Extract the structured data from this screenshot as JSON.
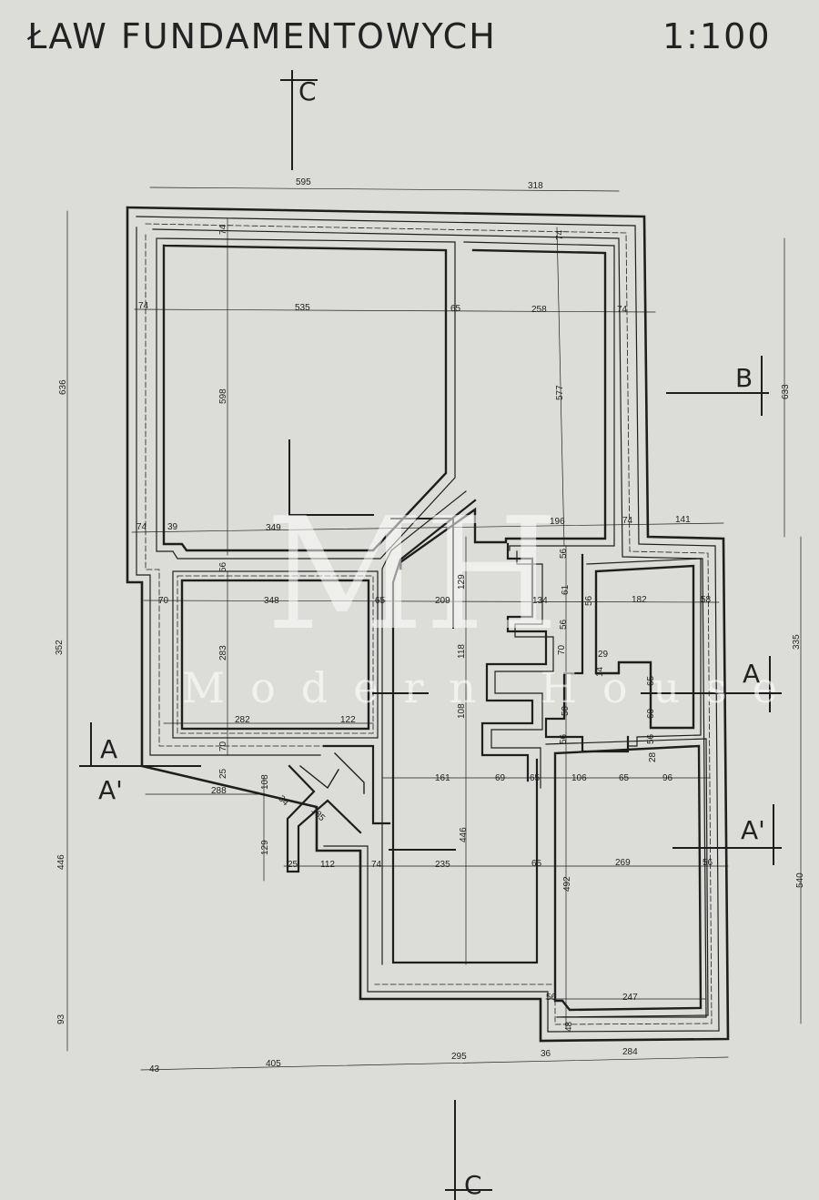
{
  "title": {
    "part1": "ŁAW FUNDAMENTOWYCH",
    "scale": "1:100"
  },
  "watermark": {
    "logo": "MH",
    "name": "Modern House"
  },
  "section_labels": {
    "A": "A",
    "A_prime": "A'",
    "B": "B",
    "C": "C"
  },
  "dimensions": {
    "top_595": "595",
    "top_318": "318",
    "r1_74": "74",
    "r1_74b": "74",
    "r2_74": "74",
    "r2_535": "535",
    "r2_65": "65",
    "r2_258": "258",
    "r2_74b": "74",
    "v_636": "636",
    "v_598": "598",
    "v_577": "577",
    "v_633": "633",
    "r3_74": "74",
    "r3_39": "39",
    "r3_349": "349",
    "r3_196": "196",
    "r3_74b": "74",
    "r3_141": "141",
    "s_56a": "56",
    "s_56b": "56",
    "v_129": "129",
    "v_61": "61",
    "v_56c": "56",
    "r4_70": "70",
    "r4_348": "348",
    "r4_65": "65",
    "r4_209": "209",
    "r4_134": "134",
    "r4_182": "182",
    "r4_58": "58",
    "v_352": "352",
    "v_283": "283",
    "v_118": "118",
    "v_70b": "70",
    "v_56d": "56",
    "v_29": "29",
    "v_14": "14",
    "v_65c": "65",
    "v_335": "335",
    "v_108": "108",
    "v_50": "50",
    "v_60": "60",
    "r5_282": "282",
    "r5_122": "122",
    "v_56e": "56",
    "v_56f": "56",
    "v_28": "28",
    "v_70c": "70",
    "v_25": "25",
    "r6_288": "288",
    "v_108b": "108",
    "r6_161": "161",
    "r6_69": "69",
    "r6_65": "65",
    "r6_106": "106",
    "r6_65b": "65",
    "r6_96": "96",
    "d_34": "34",
    "d_185": "185",
    "v_446": "446",
    "v_446b": "446",
    "v_129b": "129",
    "r7_25": "25",
    "r7_112": "112",
    "r7_74": "74",
    "r7_235": "235",
    "r7_65": "65",
    "v_492": "492",
    "r7_269": "269",
    "r7_56": "56",
    "v_540": "540",
    "r8_56": "56",
    "r8_247": "247",
    "v_93": "93",
    "v_48": "48",
    "b_43": "43",
    "b_405": "405",
    "b_295": "295",
    "b_36": "36",
    "b_284": "284"
  }
}
